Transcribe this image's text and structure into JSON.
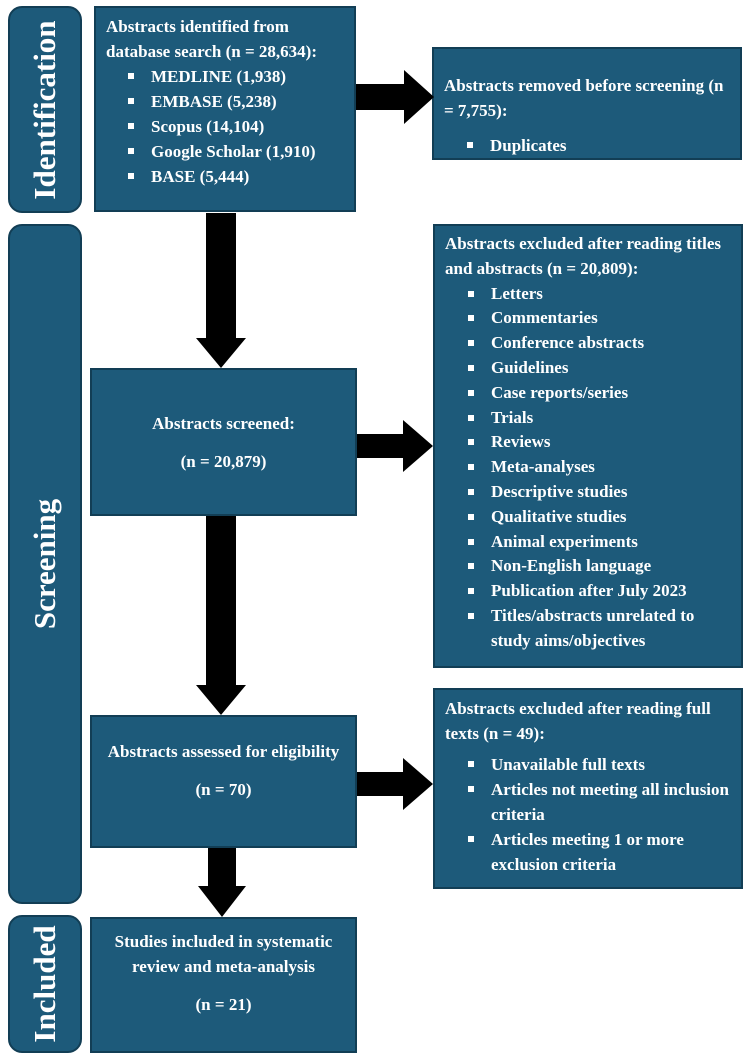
{
  "phases": {
    "identification": "Identification",
    "screening": "Screening",
    "included": "Included"
  },
  "identified": {
    "title": "Abstracts identified from database search (n = 28,634):",
    "items": [
      "MEDLINE (1,938)",
      "EMBASE (5,238)",
      "Scopus (14,104)",
      "Google Scholar (1,910)",
      "BASE (5,444)"
    ]
  },
  "removed": {
    "title": "Abstracts removed before screening (n = 7,755):",
    "items": [
      "Duplicates"
    ]
  },
  "screened": {
    "title": "Abstracts screened:",
    "count": "(n = 20,879)"
  },
  "excluded_titles": {
    "title": "Abstracts excluded after reading titles and abstracts (n = 20,809):",
    "items": [
      "Letters",
      "Commentaries",
      "Conference abstracts",
      "Guidelines",
      "Case reports/series",
      "Trials",
      "Reviews",
      "Meta-analyses",
      "Descriptive studies",
      "Qualitative studies",
      "Animal experiments",
      "Non-English language",
      "Publication after July 2023",
      "Titles/abstracts unrelated to study aims/objectives"
    ]
  },
  "eligibility": {
    "title": "Abstracts assessed for eligibility",
    "count": "(n = 70)"
  },
  "excluded_full": {
    "title": "Abstracts excluded after reading full texts (n = 49):",
    "items": [
      "Unavailable full texts",
      "Articles not meeting all inclusion criteria",
      "Articles meeting 1 or more exclusion criteria"
    ]
  },
  "included": {
    "title": "Studies included in systematic review and meta-analysis",
    "count": "(n = 21)"
  }
}
